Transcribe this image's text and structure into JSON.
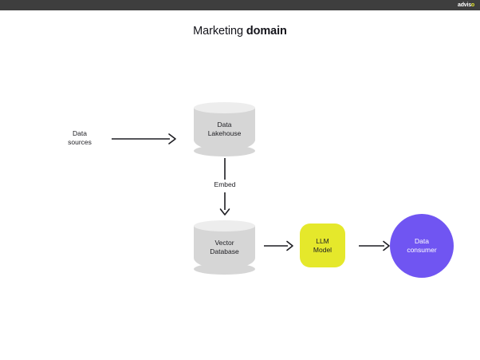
{
  "topbar": {
    "brand_main": "advis",
    "brand_accent": "o",
    "background_color": "#3e3e3e"
  },
  "slide": {
    "title_regular": "Marketing ",
    "title_bold": "domain",
    "background_color": "#ffffff"
  },
  "diagram": {
    "nodes": [
      {
        "id": "data-sources",
        "label": "Data\nsources",
        "shape": "text"
      },
      {
        "id": "data-lakehouse",
        "label": "Data\nLakehouse",
        "shape": "cylinder",
        "color": "#d6d6d6",
        "top_color": "#ededed"
      },
      {
        "id": "vector-database",
        "label": "Vector\nDatabase",
        "shape": "cylinder",
        "color": "#d6d6d6",
        "top_color": "#ededed"
      },
      {
        "id": "llm-model",
        "label": "LLM\nModel",
        "shape": "rounded-square",
        "color": "#e5e82b"
      },
      {
        "id": "data-consumer",
        "label": "Data\nconsumer",
        "shape": "circle",
        "color": "#7055f2",
        "text_color": "#ffffff"
      }
    ],
    "edges": [
      {
        "id": "sources-to-lakehouse",
        "from": "data-sources",
        "to": "data-lakehouse",
        "label": "",
        "direction": "right"
      },
      {
        "id": "lakehouse-to-vectordb",
        "from": "data-lakehouse",
        "to": "vector-database",
        "label": "Embed",
        "direction": "down"
      },
      {
        "id": "vectordb-to-llm",
        "from": "vector-database",
        "to": "llm-model",
        "label": "",
        "direction": "right"
      },
      {
        "id": "llm-to-consumer",
        "from": "llm-model",
        "to": "data-consumer",
        "label": "",
        "direction": "right"
      }
    ],
    "edge_color": "#1d1d22"
  }
}
